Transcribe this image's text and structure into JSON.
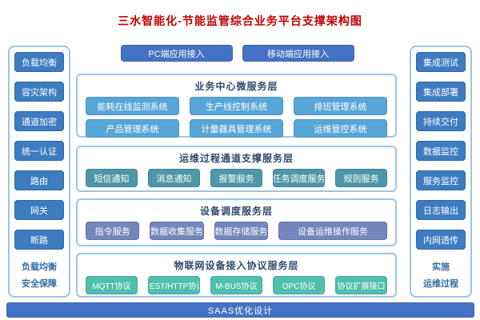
{
  "title": "三水智能化-节能监管综合业务平台支撑架构图",
  "colors": {
    "title_red": "#c00000",
    "primary_blue": "#4472c4",
    "sidebar_button_blue": "#3e7cc1",
    "container_border_blue": "#9dc3e6",
    "layer_title_navy": "#2e4a6e",
    "business_layer_button": "#58a6d8",
    "channel_layer_button": "#4d97a8",
    "device_layer_button": "#7387bc",
    "protocol_layer_button": "#50bfad"
  },
  "top_access": {
    "items": [
      "PC端应用接入",
      "移动端应用接入"
    ]
  },
  "left_sidebar": {
    "items": [
      "负载均衡",
      "容灾架构",
      "通道加密",
      "统一认证",
      "路由",
      "网关",
      "断路"
    ],
    "footer_lines": [
      "负载均衡",
      "安全保障"
    ]
  },
  "right_sidebar": {
    "items": [
      "集成测试",
      "集成部署",
      "持续交付",
      "数据监控",
      "服务监控",
      "日志输出",
      "内网透传"
    ],
    "footer_lines": [
      "实施",
      "运维过程"
    ]
  },
  "layers": [
    {
      "title": "业务中心微服务层",
      "items": [
        "能耗在线监测系统",
        "生产线控制系统",
        "排班管理系统",
        "产品管理系统",
        "计量器具管理系统",
        "运维管控系统"
      ]
    },
    {
      "title": "运维过程通道支撑服务层",
      "items": [
        "短信通知",
        "消息通知",
        "报警服务",
        "任务调度服务",
        "规则服务"
      ]
    },
    {
      "title": "设备调度服务层",
      "items": [
        "指令服务",
        "数据收集服务",
        "数据存储服务",
        "设备运维操作服务"
      ]
    },
    {
      "title": "物联网设备接入协议服务层",
      "items": [
        "MQTT协议",
        "REST/HTTP协议",
        "M-BUS协议",
        "OPC协议",
        "协议扩展接口"
      ]
    }
  ],
  "bottom_bar": {
    "label": "SAAS优化设计"
  }
}
